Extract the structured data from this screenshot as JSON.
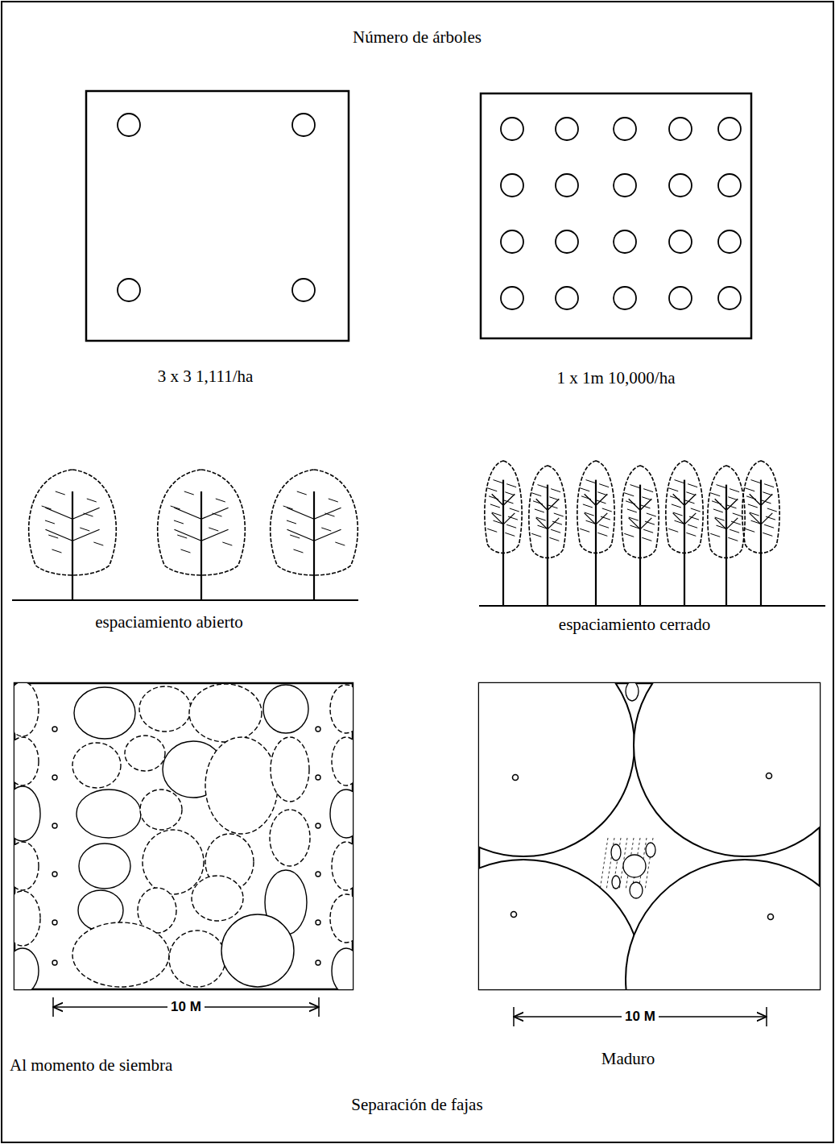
{
  "diagram": {
    "title": "Número de árboles",
    "caption": "Separación de fajas",
    "labels": [
      "3 x 3 1,111/ha",
      "1 x 1m 10,000/ha",
      "espaciamiento abierto",
      "espaciamiento cerrado",
      "10 M",
      "10 M",
      "Al momento de siembra",
      "Maduro"
    ]
  }
}
